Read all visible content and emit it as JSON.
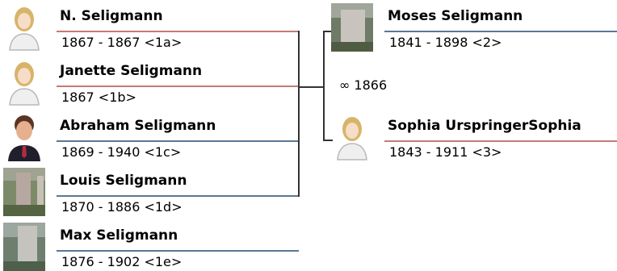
{
  "colors": {
    "female_rule": "#c47a74",
    "male_rule": "#5a7795",
    "connector": "#333333"
  },
  "children": [
    {
      "name": "N. Seligmann",
      "dates": "1867 - 1867 <1a>",
      "gender": "female",
      "icon": "female-avatar-icon"
    },
    {
      "name": "Janette Seligmann",
      "dates": "1867 <1b>",
      "gender": "female",
      "icon": "female-avatar-icon"
    },
    {
      "name": "Abraham Seligmann",
      "dates": "1869 - 1940 <1c>",
      "gender": "male",
      "icon": "male-avatar-icon"
    },
    {
      "name": "Louis Seligmann",
      "dates": "1870 - 1886 <1d>",
      "gender": "male",
      "icon": "gravestone-photo-icon"
    },
    {
      "name": "Max Seligmann",
      "dates": "1876 - 1902 <1e>",
      "gender": "male",
      "icon": "gravestone-photo-icon"
    }
  ],
  "parents": [
    {
      "name": "Moses Seligmann",
      "dates": "1841 - 1898 <2>",
      "gender": "male",
      "icon": "gravestone-photo-icon"
    },
    {
      "name": "Sophia UrspringerSophia",
      "dates": "1843 - 1911 <3>",
      "gender": "female",
      "icon": "female-avatar-icon"
    }
  ],
  "marriage": {
    "label": "∞ 1866"
  }
}
